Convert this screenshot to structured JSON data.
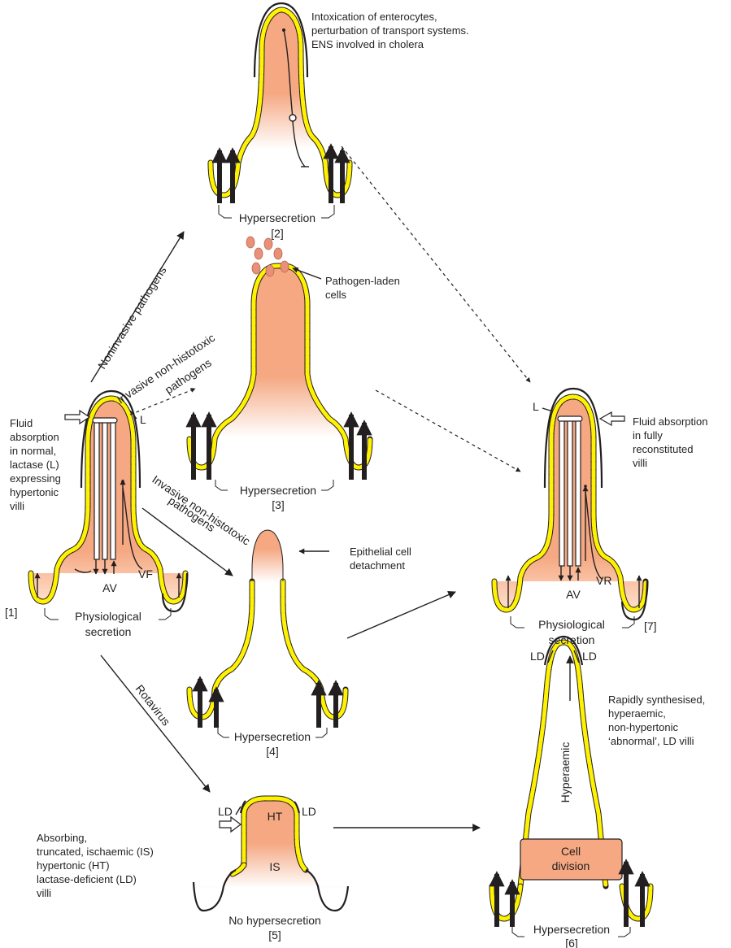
{
  "colors": {
    "villus_fill": "#f5a882",
    "epithelium_yellow": "#fff200",
    "pathogen_cells": "#e9907a",
    "line": "#231f20"
  },
  "stages": {
    "s1": {
      "number": "[1]",
      "secretion": [
        "Physiological",
        "secretion"
      ],
      "note": [
        "Fluid",
        "absorption",
        "in normal,",
        "lactase (L)",
        "expressing",
        "hypertonic",
        "villi"
      ],
      "L": "L",
      "AV": "AV",
      "VF": "VF"
    },
    "s2": {
      "number": "[2]",
      "secretion": "Hypersecretion",
      "note": [
        "Intoxication of enterocytes,",
        "perturbation of transport systems.",
        "ENS involved in cholera"
      ]
    },
    "s3": {
      "number": "[3]",
      "secretion": "Hypersecretion",
      "note": [
        "Pathogen-laden",
        "cells"
      ]
    },
    "s4": {
      "number": "[4]",
      "secretion": "Hypersecretion",
      "note": [
        "Epithelial cell",
        "detachment"
      ]
    },
    "s5": {
      "number": "[5]",
      "secretion": "No hypersecretion",
      "LD_left": "LD",
      "LD_right": "LD",
      "HT": "HT",
      "IS": "IS",
      "note": [
        "Absorbing,",
        "truncated, ischaemic (IS)",
        "hypertonic (HT)",
        "lactase-deficient (LD)",
        "villi"
      ]
    },
    "s6": {
      "number": "[6]",
      "secretion": "Hypersecretion",
      "LD_left": "LD",
      "LD_right": "LD",
      "hyperaemic": "Hyperaemic",
      "cell_division": [
        "Cell",
        "division"
      ],
      "note": [
        "Rapidly synthesised,",
        "hyperaemic,",
        "non-hypertonic",
        "‘abnormal’, LD villi"
      ]
    },
    "s7": {
      "number": "[7]",
      "secretion": [
        "Physiological",
        "secretion"
      ],
      "L": "L",
      "AV": "AV",
      "VR": "VR",
      "note": [
        "Fluid absorption",
        "in fully",
        "reconstituted",
        "villi"
      ]
    }
  },
  "pathways": {
    "noninvasive": "Noninvasive pathogens",
    "invasive_1": [
      "Invasive non-histotoxic",
      "pathogens"
    ],
    "invasive_2": [
      "Invasive non-histotoxic",
      "pathogens"
    ],
    "rotavirus": "Rotavirus"
  }
}
